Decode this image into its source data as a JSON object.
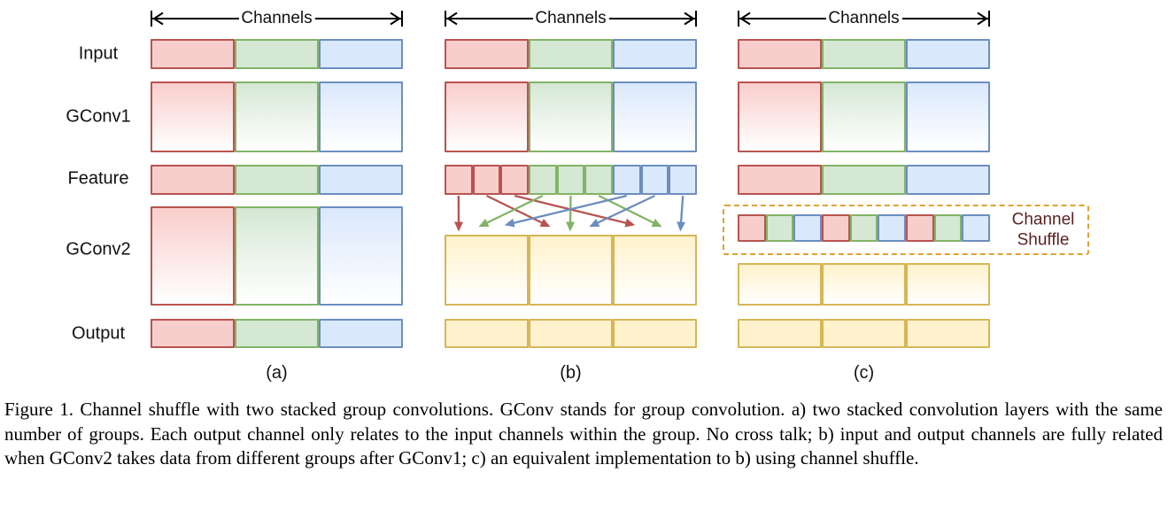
{
  "figure": {
    "row_labels": [
      "Input",
      "GConv1",
      "Feature",
      "GConv2",
      "Output"
    ],
    "diagrams": [
      {
        "label": "(a)",
        "channels": "Channels",
        "rows": {
          "input": [
            "red",
            "green",
            "blue"
          ],
          "gconv1": [
            "red",
            "green",
            "blue"
          ],
          "feature": [
            "red",
            "green",
            "blue"
          ],
          "gconv2": [
            "red",
            "green",
            "blue"
          ],
          "output": [
            "red",
            "green",
            "blue"
          ]
        }
      },
      {
        "label": "(b)",
        "channels": "Channels",
        "rows": {
          "input": [
            "red",
            "green",
            "blue"
          ],
          "gconv1": [
            "red",
            "green",
            "blue"
          ],
          "feature": [
            "red",
            "red",
            "red",
            "green",
            "green",
            "green",
            "blue",
            "blue",
            "blue"
          ],
          "gconv2": [
            "yellow",
            "yellow",
            "yellow"
          ],
          "output": [
            "yellow",
            "yellow",
            "yellow"
          ]
        },
        "arrows": [
          {
            "color": "red",
            "from": 0,
            "block": 0
          },
          {
            "color": "red",
            "from": 1,
            "block": 1
          },
          {
            "color": "red",
            "from": 2,
            "block": 2
          },
          {
            "color": "green",
            "from": 3,
            "block": 0
          },
          {
            "color": "green",
            "from": 4,
            "block": 1
          },
          {
            "color": "green",
            "from": 5,
            "block": 2
          },
          {
            "color": "blue",
            "from": 6,
            "block": 0
          },
          {
            "color": "blue",
            "from": 7,
            "block": 1
          },
          {
            "color": "blue",
            "from": 8,
            "block": 2
          }
        ]
      },
      {
        "label": "(c)",
        "channels": "Channels",
        "shuffle_label": "Channel Shuffle",
        "rows": {
          "input": [
            "red",
            "green",
            "blue"
          ],
          "gconv1": [
            "red",
            "green",
            "blue"
          ],
          "feature": [
            "red",
            "green",
            "blue"
          ],
          "shuffle": [
            "red",
            "green",
            "blue",
            "red",
            "green",
            "blue",
            "red",
            "green",
            "blue"
          ],
          "gconv2": [
            "yellow",
            "yellow",
            "yellow"
          ],
          "output": [
            "yellow",
            "yellow",
            "yellow"
          ]
        }
      }
    ],
    "caption": "Figure 1. Channel shuffle with two stacked group convolutions. GConv stands for group convolution. a) two stacked convolution layers with the same number of groups. Each output channel only relates to the input channels within the group. No cross talk; b) input and output channels are fully related when GConv2 takes data from different groups after GConv1; c) an equivalent implementation to b) using channel shuffle."
  },
  "colors": {
    "red": {
      "fill": "#F8CECC",
      "stroke": "#B85450"
    },
    "green": {
      "fill": "#D5E8D4",
      "stroke": "#82B366"
    },
    "blue": {
      "fill": "#DAE8FC",
      "stroke": "#6C8EBF"
    },
    "yellow": {
      "fill": "#FFF2CC",
      "stroke": "#D6B656"
    },
    "dashed_box": "#DFA133",
    "shuffle_label_text": "#5B1F1F",
    "arrow_axis": "#000000"
  }
}
